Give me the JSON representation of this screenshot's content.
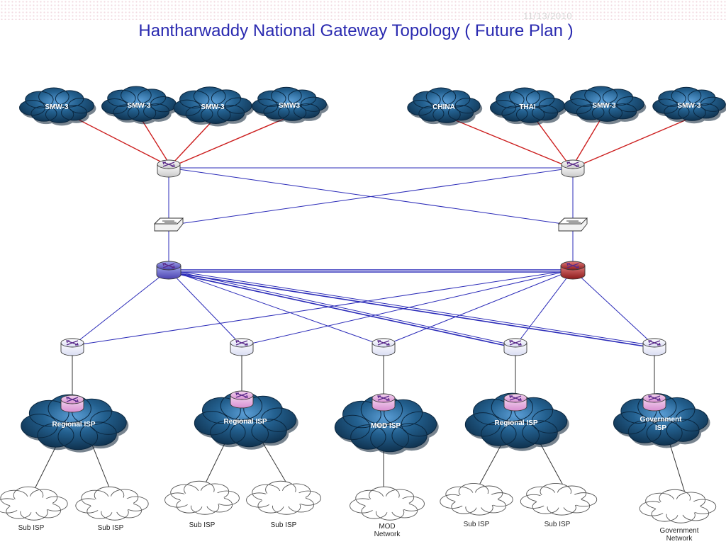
{
  "slide": {
    "date": "11/13/2010",
    "title": "Hantharwaddy National Gateway Topology  ( Future Plan )"
  },
  "top_clouds": [
    {
      "label": "SMW-3"
    },
    {
      "label": "SMW-3"
    },
    {
      "label": "SMW-3"
    },
    {
      "label": "SMW3"
    },
    {
      "label": "CHINA"
    },
    {
      "label": "THAI"
    },
    {
      "label": "SMW-3"
    },
    {
      "label": "SMW-3"
    }
  ],
  "isp_clouds": [
    {
      "label": "Regional  ISP"
    },
    {
      "label": "Regional  ISP"
    },
    {
      "label": "MOD  ISP"
    },
    {
      "label": "Regional ISP"
    },
    {
      "label": "Government ISP"
    }
  ],
  "bottom_clouds": [
    {
      "label": "Sub ISP"
    },
    {
      "label": "Sub ISP"
    },
    {
      "label": "Sub ISP"
    },
    {
      "label": "Sub ISP"
    },
    {
      "label": "MOD Network"
    },
    {
      "label": "Sub ISP"
    },
    {
      "label": "Sub ISP"
    },
    {
      "label": "Government Network"
    }
  ],
  "colors": {
    "title": "#2a2ab0",
    "link_red": "#cc1f1f",
    "link_blue": "#2b2bb8",
    "cloud_dark": "#0c3350",
    "cloud_light": "#5b9ed6"
  },
  "icons": {
    "gateway_router": "router-icon",
    "switch": "switch-icon",
    "core_router": "core-router-icon",
    "distribution_router": "router-icon",
    "isp_router": "router-icon"
  }
}
